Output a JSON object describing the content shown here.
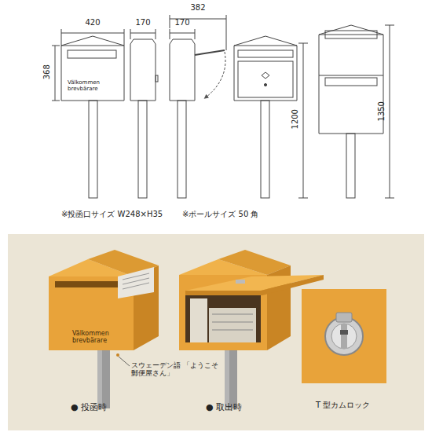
{
  "diagram": {
    "labels": [
      "420",
      "170",
      "170",
      "382",
      "368",
      "Välkommen brevbärare",
      "1200",
      "1350",
      "※投函口サイズ W248×H35",
      "※ポールサイズ 50 角",
      "Välkommen brevbärare",
      "スウェーデン語 「ようこそ郵便屋さん」",
      "● 投函時",
      "● 取出時",
      "T 型カムロック"
    ]
  }
}
